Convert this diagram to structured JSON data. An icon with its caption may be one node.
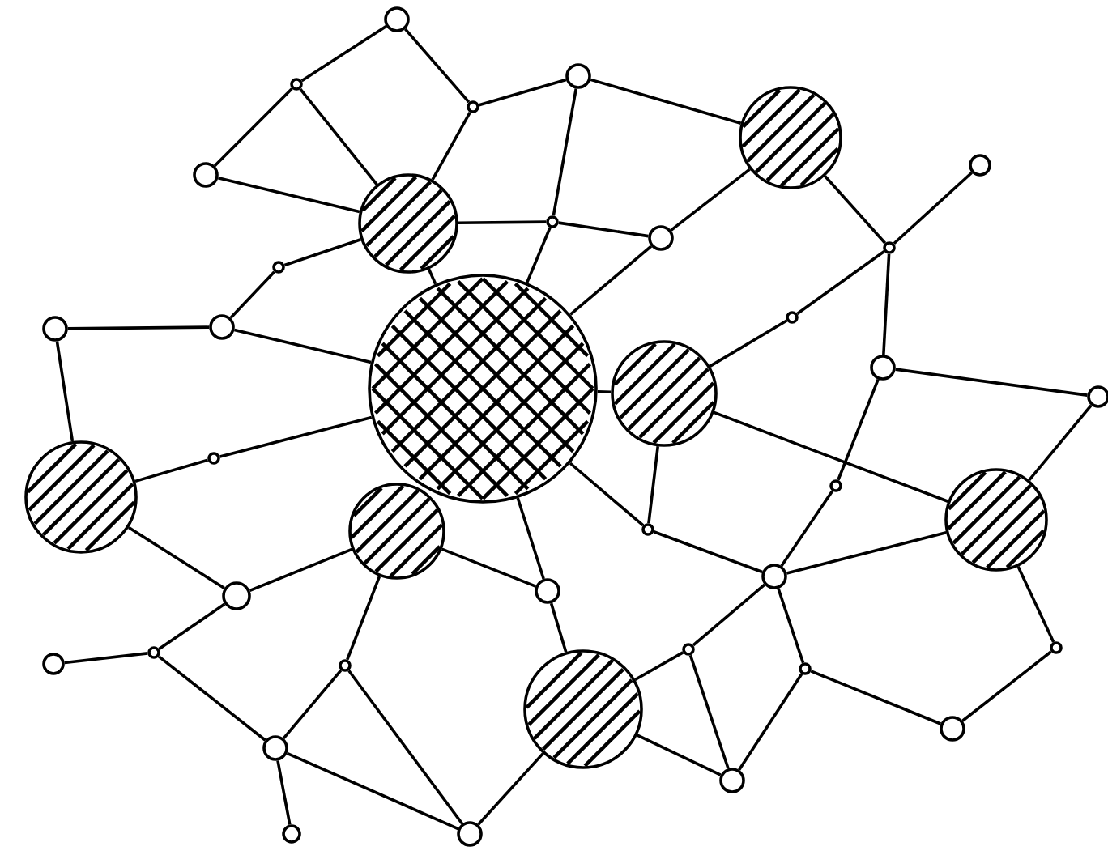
{
  "diagram": {
    "nodes": [
      {
        "text": [],
        "shape": "circle"
      },
      {
        "text": [],
        "shape": "dot"
      },
      {
        "text": [],
        "shape": "dot"
      },
      {
        "text": [],
        "shape": "circle"
      },
      {
        "text": [],
        "shape": "disc"
      },
      {
        "text": [],
        "shape": "circle"
      },
      {
        "text": [],
        "shape": "circle"
      },
      {
        "text": [],
        "shape": "disc"
      },
      {
        "text": [],
        "shape": "dot"
      },
      {
        "text": [],
        "shape": "circle"
      },
      {
        "text": [],
        "shape": "dot"
      },
      {
        "text": [],
        "shape": "dot"
      },
      {
        "text": [],
        "shape": "circle"
      },
      {
        "text": [],
        "shape": "circle"
      },
      {
        "text": [],
        "shape": "globe"
      },
      {
        "text": [],
        "shape": "dot"
      },
      {
        "text": [],
        "shape": "disc"
      },
      {
        "text": [],
        "shape": "circle"
      },
      {
        "text": [],
        "shape": "circle"
      },
      {
        "text": [],
        "shape": "disc"
      },
      {
        "text": [],
        "shape": "dot"
      },
      {
        "text": [],
        "shape": "dot"
      },
      {
        "text": [],
        "shape": "disc"
      },
      {
        "text": [],
        "shape": "disc"
      },
      {
        "text": [],
        "shape": "dot"
      },
      {
        "text": [],
        "shape": "circle"
      },
      {
        "text": [],
        "shape": "circle"
      },
      {
        "text": [],
        "shape": "circle"
      },
      {
        "text": [],
        "shape": "circle"
      },
      {
        "text": [],
        "shape": "dot"
      },
      {
        "text": [],
        "shape": "dot"
      },
      {
        "text": [],
        "shape": "disc"
      },
      {
        "text": [],
        "shape": "dot"
      },
      {
        "text": [],
        "shape": "dot"
      },
      {
        "text": [],
        "shape": "dot"
      },
      {
        "text": [],
        "shape": "circle"
      },
      {
        "text": [],
        "shape": "circle"
      },
      {
        "text": [],
        "shape": "circle"
      },
      {
        "text": [],
        "shape": "circle"
      },
      {
        "text": [],
        "shape": "circle"
      }
    ],
    "edges": [
      {
        "from": 0,
        "to": 1,
        "arrow": "none"
      },
      {
        "from": 0,
        "to": 2,
        "arrow": "none"
      },
      {
        "from": 1,
        "to": 5,
        "arrow": "none"
      },
      {
        "from": 1,
        "to": 7,
        "arrow": "none"
      },
      {
        "from": 5,
        "to": 7,
        "arrow": "none"
      },
      {
        "from": 2,
        "to": 7,
        "arrow": "none"
      },
      {
        "from": 2,
        "to": 3,
        "arrow": "none"
      },
      {
        "from": 3,
        "to": 8,
        "arrow": "none"
      },
      {
        "from": 7,
        "to": 8,
        "arrow": "none"
      },
      {
        "from": 8,
        "to": 9,
        "arrow": "none"
      },
      {
        "from": 7,
        "to": 14,
        "arrow": "none"
      },
      {
        "from": 8,
        "to": 14,
        "arrow": "none"
      },
      {
        "from": 7,
        "to": 11,
        "arrow": "none"
      },
      {
        "from": 11,
        "to": 13,
        "arrow": "none"
      },
      {
        "from": 12,
        "to": 13,
        "arrow": "none"
      },
      {
        "from": 13,
        "to": 14,
        "arrow": "none"
      },
      {
        "from": 12,
        "to": 19,
        "arrow": "none"
      },
      {
        "from": 3,
        "to": 4,
        "arrow": "none"
      },
      {
        "from": 9,
        "to": 4,
        "arrow": "none"
      },
      {
        "from": 9,
        "to": 14,
        "arrow": "none"
      },
      {
        "from": 4,
        "to": 10,
        "arrow": "none"
      },
      {
        "from": 10,
        "to": 6,
        "arrow": "none"
      },
      {
        "from": 10,
        "to": 15,
        "arrow": "none"
      },
      {
        "from": 15,
        "to": 16,
        "arrow": "none"
      },
      {
        "from": 10,
        "to": 17,
        "arrow": "none"
      },
      {
        "from": 17,
        "to": 18,
        "arrow": "none"
      },
      {
        "from": 17,
        "to": 21,
        "arrow": "none"
      },
      {
        "from": 21,
        "to": 27,
        "arrow": "none"
      },
      {
        "from": 18,
        "to": 23,
        "arrow": "none"
      },
      {
        "from": 16,
        "to": 23,
        "arrow": "none"
      },
      {
        "from": 14,
        "to": 16,
        "arrow": "none"
      },
      {
        "from": 14,
        "to": 24,
        "arrow": "none"
      },
      {
        "from": 16,
        "to": 24,
        "arrow": "none"
      },
      {
        "from": 24,
        "to": 27,
        "arrow": "none"
      },
      {
        "from": 27,
        "to": 23,
        "arrow": "none"
      },
      {
        "from": 27,
        "to": 32,
        "arrow": "none"
      },
      {
        "from": 32,
        "to": 31,
        "arrow": "none"
      },
      {
        "from": 32,
        "to": 37,
        "arrow": "none"
      },
      {
        "from": 27,
        "to": 33,
        "arrow": "none"
      },
      {
        "from": 33,
        "to": 37,
        "arrow": "none"
      },
      {
        "from": 33,
        "to": 36,
        "arrow": "none"
      },
      {
        "from": 36,
        "to": 34,
        "arrow": "none"
      },
      {
        "from": 34,
        "to": 23,
        "arrow": "none"
      },
      {
        "from": 31,
        "to": 37,
        "arrow": "none"
      },
      {
        "from": 14,
        "to": 26,
        "arrow": "none"
      },
      {
        "from": 26,
        "to": 31,
        "arrow": "none"
      },
      {
        "from": 22,
        "to": 26,
        "arrow": "none"
      },
      {
        "from": 19,
        "to": 20,
        "arrow": "none"
      },
      {
        "from": 20,
        "to": 14,
        "arrow": "none"
      },
      {
        "from": 19,
        "to": 25,
        "arrow": "none"
      },
      {
        "from": 25,
        "to": 22,
        "arrow": "none"
      },
      {
        "from": 25,
        "to": 29,
        "arrow": "none"
      },
      {
        "from": 28,
        "to": 29,
        "arrow": "none"
      },
      {
        "from": 29,
        "to": 35,
        "arrow": "none"
      },
      {
        "from": 22,
        "to": 30,
        "arrow": "none"
      },
      {
        "from": 30,
        "to": 35,
        "arrow": "none"
      },
      {
        "from": 30,
        "to": 39,
        "arrow": "none"
      },
      {
        "from": 35,
        "to": 39,
        "arrow": "none"
      },
      {
        "from": 35,
        "to": 38,
        "arrow": "none"
      },
      {
        "from": 39,
        "to": 31,
        "arrow": "none"
      }
    ]
  }
}
